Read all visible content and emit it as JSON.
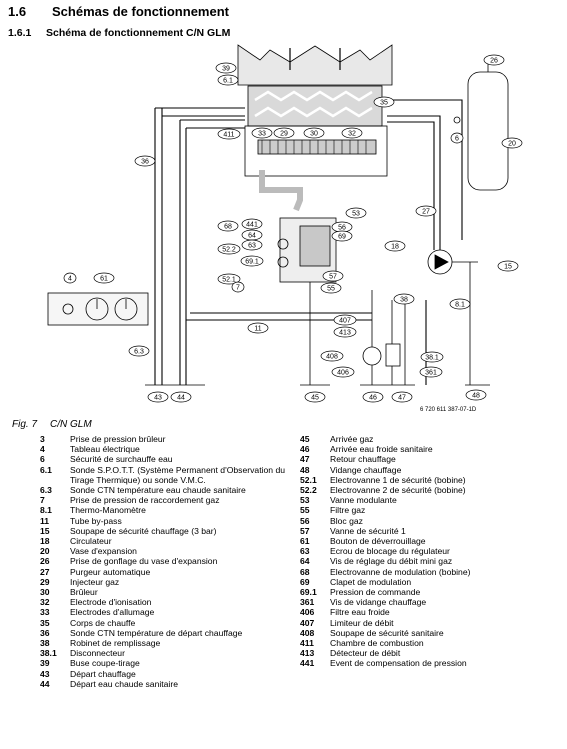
{
  "heading": {
    "number": "1.6",
    "title": "Schémas de fonctionnement"
  },
  "subheading": {
    "number": "1.6.1",
    "title": "Schéma de fonctionnement C/N GLM"
  },
  "figure": {
    "label": "Fig. 7",
    "title": "C/N GLM",
    "ref": "6 720 611 387-07-1D"
  },
  "callouts": [
    "39",
    "6.1",
    "35",
    "26",
    "411",
    "33",
    "29",
    "30",
    "32",
    "36",
    "6",
    "20",
    "53",
    "441",
    "68",
    "56",
    "64",
    "69",
    "52.2",
    "63",
    "69.1",
    "52.1",
    "57",
    "55",
    "7",
    "27",
    "18",
    "15",
    "4",
    "61",
    "11",
    "38",
    "8.1",
    "407",
    "413",
    "408",
    "38.1",
    "406",
    "361",
    "6.3",
    "43",
    "44",
    "45",
    "46",
    "47",
    "48"
  ],
  "legend_left": [
    {
      "k": "3",
      "v": "Prise de pression brûleur"
    },
    {
      "k": "4",
      "v": "Tableau électrique"
    },
    {
      "k": "6",
      "v": "Sécurité de surchauffe eau"
    },
    {
      "k": "6.1",
      "v": "Sonde S.P.O.T.T. (Système Permanent d'Observation du Tirage Thermique) ou sonde V.M.C."
    },
    {
      "k": "6.3",
      "v": "Sonde CTN température eau chaude sanitaire"
    },
    {
      "k": "7",
      "v": "Prise de pression de raccordement gaz"
    },
    {
      "k": "8.1",
      "v": "Thermo-Manomètre"
    },
    {
      "k": "11",
      "v": "Tube by-pass"
    },
    {
      "k": "15",
      "v": "Soupape de sécurité chauffage (3 bar)"
    },
    {
      "k": "18",
      "v": "Circulateur"
    },
    {
      "k": "20",
      "v": "Vase d'expansion"
    },
    {
      "k": "26",
      "v": "Prise de gonflage du vase d'expansion"
    },
    {
      "k": "27",
      "v": "Purgeur automatique"
    },
    {
      "k": "29",
      "v": "Injecteur gaz"
    },
    {
      "k": "30",
      "v": "Brûleur"
    },
    {
      "k": "32",
      "v": "Electrode d'ionisation"
    },
    {
      "k": "33",
      "v": "Electrodes d'allumage"
    },
    {
      "k": "35",
      "v": "Corps de chauffe"
    },
    {
      "k": "36",
      "v": "Sonde CTN température de départ chauffage"
    },
    {
      "k": "38",
      "v": "Robinet de remplissage"
    },
    {
      "k": "38.1",
      "v": "Disconnecteur"
    },
    {
      "k": "39",
      "v": "Buse coupe-tirage"
    },
    {
      "k": "43",
      "v": "Départ chauffage"
    },
    {
      "k": "44",
      "v": "Départ eau chaude sanitaire"
    }
  ],
  "legend_right": [
    {
      "k": "45",
      "v": "Arrivée gaz"
    },
    {
      "k": "46",
      "v": "Arrivée eau froide sanitaire"
    },
    {
      "k": "47",
      "v": "Retour chauffage"
    },
    {
      "k": "48",
      "v": "Vidange chauffage"
    },
    {
      "k": "52.1",
      "v": "Electrovanne 1 de sécurité (bobine)"
    },
    {
      "k": "52.2",
      "v": "Electrovanne 2 de sécurité (bobine)"
    },
    {
      "k": "53",
      "v": "Vanne modulante"
    },
    {
      "k": "55",
      "v": "Filtre gaz"
    },
    {
      "k": "56",
      "v": "Bloc gaz"
    },
    {
      "k": "57",
      "v": "Vanne de sécurité 1"
    },
    {
      "k": "61",
      "v": "Bouton de déverrouillage"
    },
    {
      "k": "63",
      "v": "Ecrou de blocage du régulateur"
    },
    {
      "k": "64",
      "v": "Vis de réglage du débit mini gaz"
    },
    {
      "k": "68",
      "v": "Electrovanne de modulation (bobine)"
    },
    {
      "k": "69",
      "v": "Clapet de modulation"
    },
    {
      "k": "69.1",
      "v": "Pression de commande"
    },
    {
      "k": "361",
      "v": "Vis de vidange chauffage"
    },
    {
      "k": "406",
      "v": "Filtre eau froide"
    },
    {
      "k": "407",
      "v": "Limiteur de débit"
    },
    {
      "k": "408",
      "v": "Soupape de sécurité sanitaire"
    },
    {
      "k": "411",
      "v": "Chambre de combustion"
    },
    {
      "k": "413",
      "v": "Détecteur de débit"
    },
    {
      "k": "441",
      "v": "Event de compensation de pression"
    }
  ]
}
